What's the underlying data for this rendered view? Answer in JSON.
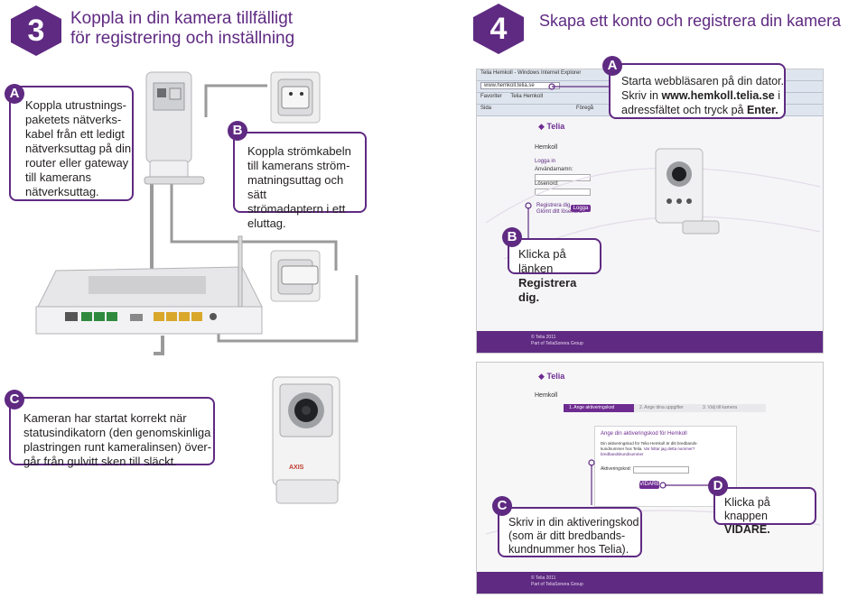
{
  "step3": {
    "number": "3",
    "title_line1": "Koppla in din kamera tillfälligt",
    "title_line2": "för registrering och inställning"
  },
  "step4": {
    "number": "4",
    "title": "Skapa ett konto och registrera din kamera"
  },
  "callout_3a": {
    "letter": "A",
    "lines": [
      "Koppla utrustnings-",
      "paketets nätverks-",
      "kabel från ett ledigt",
      "nätverksuttag på din",
      "router eller gateway",
      "till kamerans",
      "nätverksuttag."
    ]
  },
  "callout_3b": {
    "letter": "B",
    "lines": [
      "Koppla strömkabeln",
      "till kamerans ström-",
      "matningsuttag och sätt",
      "strömadaptern i ett",
      "eluttag."
    ]
  },
  "callout_3c": {
    "letter": "C",
    "lines": [
      "Kameran har startat korrekt när",
      "statusindikatorn (den genomskinliga",
      "plastringen runt kameralinsen) över-",
      "går från gulvitt sken till släckt."
    ]
  },
  "callout_4a": {
    "letter": "A",
    "line1": "Starta webbläsaren på din dator.",
    "line2_prefix": "Skriv in ",
    "line2_bold": "www.hemkoll.telia.se",
    "line2_suffix": " i",
    "line3_prefix": "adressfältet och tryck på ",
    "line3_bold": "Enter."
  },
  "callout_4b": {
    "letter": "B",
    "line1": "Klicka på länken",
    "line2_bold": "Registrera dig."
  },
  "callout_4c": {
    "letter": "C",
    "lines": [
      "Skriv in din aktiveringskod",
      "(som är ditt bredbands-",
      "kundnummer hos Telia)."
    ]
  },
  "callout_4d": {
    "letter": "D",
    "line1": "Klicka på knappen",
    "line2_bold": "VIDARE."
  },
  "browser1": {
    "window_title": "Telia Hemkoll - Windows Internet Explorer",
    "address": "www.hemkoll.telia.se",
    "favorites": "Favoriter",
    "tab": "Telia Hemkoll",
    "menu_left": "Sida",
    "menu_right": "Föregå",
    "brand": "Telia",
    "page_heading": "Hemkoll",
    "login_heading": "Logga in",
    "username_label": "Användarnamn:",
    "password_label": "Lösenord:",
    "register_link": "Registrera dig",
    "forgot_link": "Glömt ditt lösenord?",
    "login_button": "Logga in",
    "footer_line1": "© Telia 2011",
    "footer_line2": "Part of TeliaSonera Group"
  },
  "browser2": {
    "brand": "Telia",
    "page_heading": "Hemkoll",
    "steps": [
      "1. Ange aktiveringskod",
      "2. Ange dina uppgifter",
      "3. Välj till kamera"
    ],
    "form_title": "Ange din aktiveringskod för Hemkoll",
    "form_text_1": "Din aktiveringskod för Telia Hemkoll är ditt bredbands-",
    "form_text_2": "kundnummer hos Telia.",
    "form_link_1": "Var hittar jag detta nummer?",
    "form_text_3": "bredbandskundnummer",
    "field_label": "Aktiveringskod:",
    "next_button": "VIDARE",
    "footer_line1": "© Telia 2011",
    "footer_line2": "Part of TeliaSonera Group"
  },
  "devices": {
    "camera_brand": "AXIS"
  },
  "colors": {
    "accent_purple": "#5f2a82",
    "telia_purple": "#6e2c91",
    "cable_gray": "#9a9a9a"
  }
}
